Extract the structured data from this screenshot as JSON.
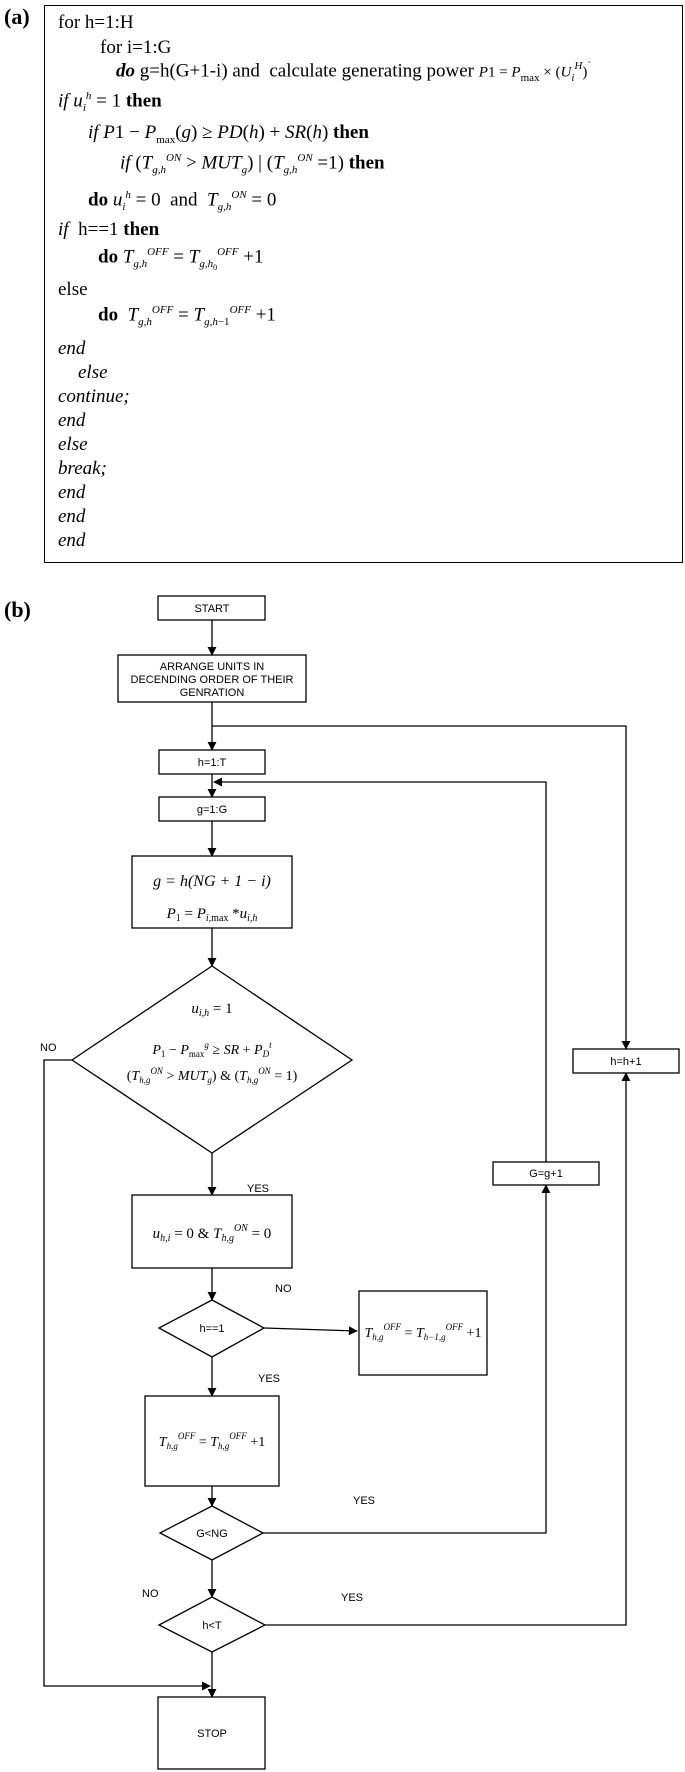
{
  "panel_a": {
    "label": "(a)",
    "lines": [
      "for h=1:H",
      "for i=1:G",
      "do g=h(G+1-i) and  calculate generating power P1 = Pmax × (Ui^H)",
      "if ui^h = 1 then",
      "if P1 − Pmax(g) ≥ PD(h) + SR(h) then",
      "if (Tg,h^ON > MUTg) | (Tg,h^ON = 1) then",
      "do ui^h = 0  and  Tg,h^ON = 0",
      "if h==1 then",
      "do Tg,h^OFF = Tg,h0^OFF + 1",
      "else",
      "do Tg,h^OFF = Tg,h−1^OFF + 1",
      "end",
      "else",
      "continue;",
      "end",
      "else",
      "break;",
      "end",
      "end",
      "end"
    ]
  },
  "panel_b": {
    "label": "(b)",
    "nodes": {
      "start": "START",
      "arrange": [
        "ARRANGE UNITS IN",
        "DECENDING ORDER OF THEIR",
        "GENRATION"
      ],
      "h_loop": "h=1:T",
      "g_loop": "g=1:G",
      "calc": [
        "g = h(NG + 1 − i)",
        "P1 = Pi,max * ui,h"
      ],
      "cond": [
        "ui,h = 1",
        "P1 − Pmax^g ≥ SR + PD^t",
        "(Th,g^ON > MUTg) & (Th,g^ON = 1)"
      ],
      "set_zero": "uh,i = 0 & Th,g^ON = 0",
      "h_eq_1": "h==1",
      "off_prev": "Th,g^OFF = Th−1,g^OFF + 1",
      "off_incr": "Th,g^OFF = Th,g^OFF + 1",
      "g_less": "G<NG",
      "h_less": "h<T",
      "stop": "STOP",
      "g_incr": "G=g+1",
      "h_incr": "h=h+1"
    },
    "edge_labels": {
      "no_left": "NO",
      "yes_cond": "YES",
      "no_h1": "NO",
      "yes_h1": "YES",
      "yes_gless": "YES",
      "no_hless": "NO",
      "yes_hless": "YES"
    }
  }
}
